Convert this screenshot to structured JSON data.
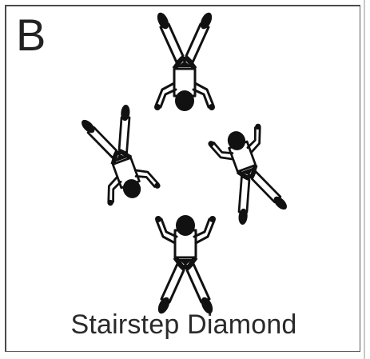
{
  "panel": {
    "letter": "B",
    "caption": "Stairstep Diamond"
  },
  "colors": {
    "ink": "#111111",
    "frame": "#4a4a4a",
    "background": "#ffffff"
  },
  "formation": {
    "jumpers": [
      {
        "name": "top-jumper"
      },
      {
        "name": "left-jumper"
      },
      {
        "name": "right-jumper"
      },
      {
        "name": "bottom-jumper"
      }
    ]
  }
}
